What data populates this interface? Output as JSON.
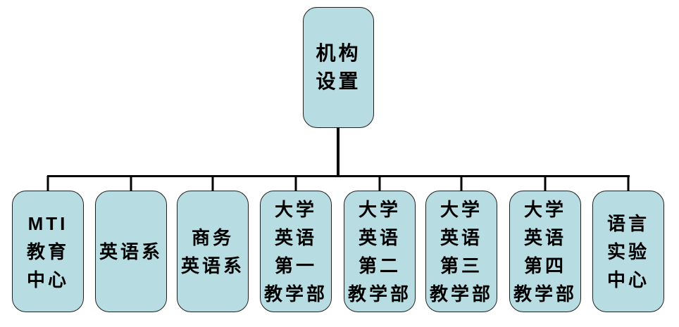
{
  "chart_title": "机构设置",
  "colors": {
    "node_fill": "#b7dde2",
    "node_border": "#1f1f1f",
    "connector": "#000000",
    "text": "#000000",
    "background": "#ffffff"
  },
  "root": {
    "label": "机构\n设置"
  },
  "children": [
    {
      "label": "MTI\n教育\n中心"
    },
    {
      "label": "英语系"
    },
    {
      "label": "商务\n英语系"
    },
    {
      "label": "大学\n英语\n第一\n教学部"
    },
    {
      "label": "大学\n英语\n第二\n教学部"
    },
    {
      "label": "大学\n英语\n第三\n教学部"
    },
    {
      "label": "大学\n英语\n第四\n教学部"
    },
    {
      "label": "语言\n实验\n中心"
    }
  ]
}
